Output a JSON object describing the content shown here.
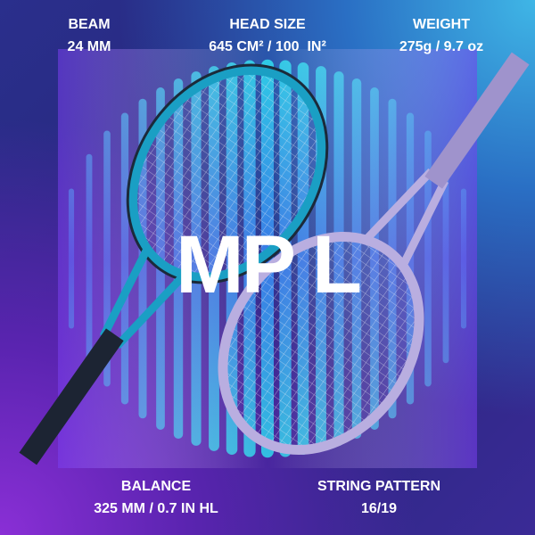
{
  "specs": {
    "beam": {
      "label": "BEAM",
      "value": "24 MM"
    },
    "head_size": {
      "label": "HEAD SIZE",
      "value": "645 CM² / 100  IN²"
    },
    "weight": {
      "label": "WEIGHT",
      "value": "275g / 9.7 oz"
    },
    "balance": {
      "label": "BALANCE",
      "value": "325 MM / 0.7 IN HL"
    },
    "string_pattern": {
      "label": "STRING PATTERN",
      "value": "16/19"
    }
  },
  "model": "MP L",
  "colors": {
    "teal_racket": "#1fa3c4",
    "lilac_racket": "#b9aee0",
    "accent_cyan": "#2fe0f0"
  }
}
